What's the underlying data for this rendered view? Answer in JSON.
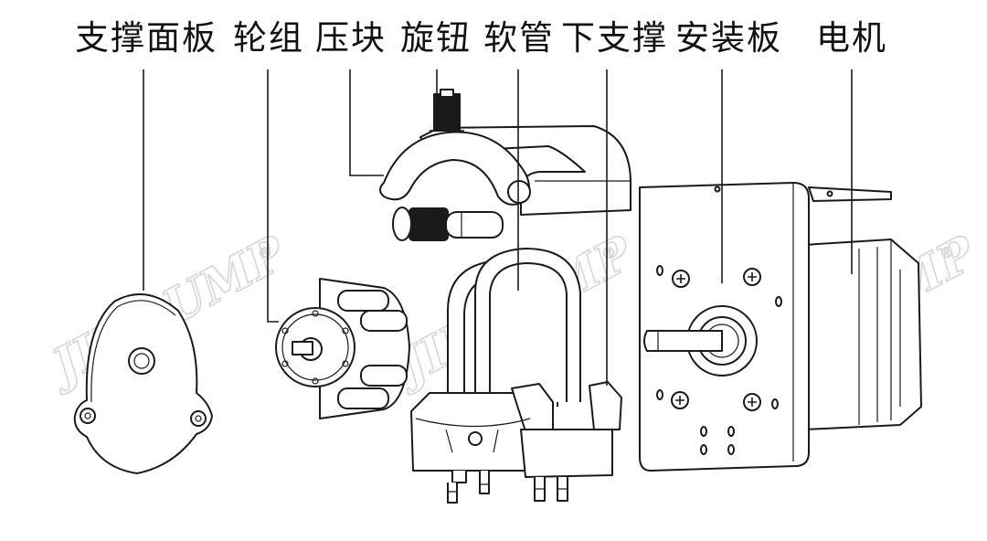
{
  "labels": {
    "support_panel": "支撑面板",
    "roller_group": "轮组",
    "press_block": "压块",
    "knob": "旋钮",
    "hose": "软管",
    "lower_support": "下支撑",
    "mount_plate": "安装板",
    "motor": "电机"
  },
  "watermark": {
    "text": "JIHPUMP",
    "mark": "®"
  }
}
